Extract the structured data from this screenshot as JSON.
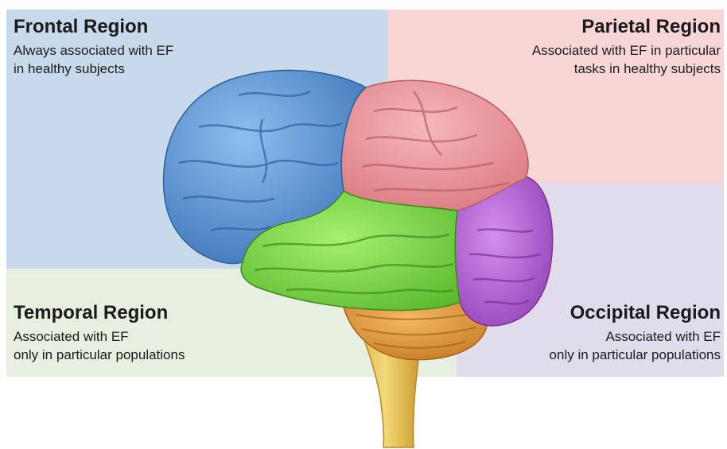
{
  "regions": {
    "frontal": {
      "title": "Frontal Region",
      "desc_line1": "Always associated with EF",
      "desc_line2": "in healthy subjects",
      "lobe_color": "#5b93d6",
      "bg_color": "#c9d9ec"
    },
    "parietal": {
      "title": "Parietal Region",
      "desc_line1": "Associated with EF in particular",
      "desc_line2": "tasks in healthy subjects",
      "lobe_color": "#ec9aa0",
      "bg_color": "#f9d6d6"
    },
    "temporal": {
      "title": "Temporal Region",
      "desc_line1": "Associated with EF",
      "desc_line2": "only in particular populations",
      "lobe_color": "#7ddc4e",
      "bg_color": "#e7efe0"
    },
    "occipital": {
      "title": "Occipital Region",
      "desc_line1": "Associated with EF",
      "desc_line2": "only in particular populations",
      "lobe_color": "#b55fd6",
      "bg_color": "#e1dcec"
    }
  },
  "other_structures": {
    "cerebellum_color": "#e09a3e",
    "brainstem_color": "#e8c45a"
  }
}
